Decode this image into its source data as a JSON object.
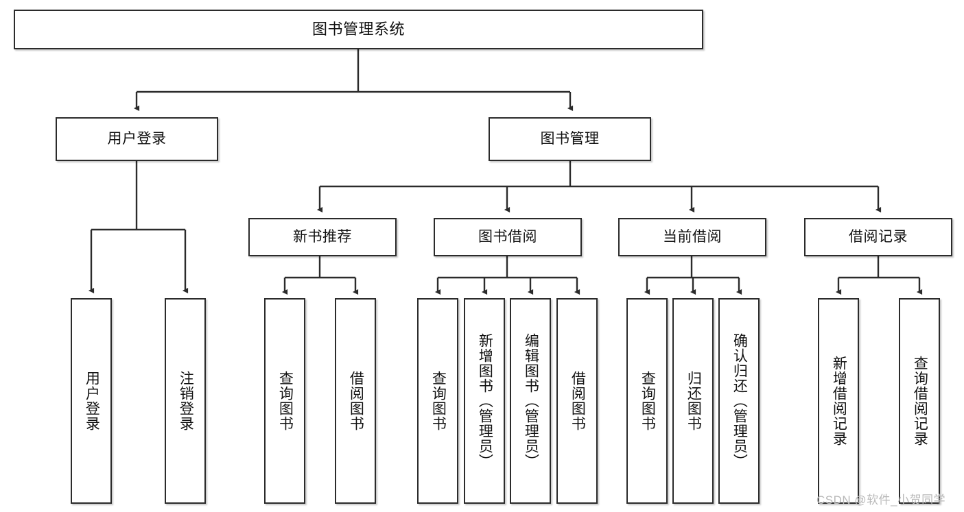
{
  "diagram": {
    "type": "tree-hierarchy",
    "title": "图书管理系统",
    "watermark": "CSDN @软件_小贺同学",
    "colors": {
      "box_border": "#2b2b2b",
      "box_fill": "#ffffff",
      "connector": "#2b2b2b",
      "text": "#111111",
      "watermark": "#b9b9b9",
      "background": "#ffffff"
    },
    "nodes": {
      "root": {
        "label": "图书管理系统"
      },
      "level2": [
        {
          "id": "user-login",
          "label": "用户登录"
        },
        {
          "id": "book-manage",
          "label": "图书管理"
        }
      ],
      "level3": [
        {
          "id": "new-book-rec",
          "label": "新书推荐"
        },
        {
          "id": "book-borrow",
          "label": "图书借阅"
        },
        {
          "id": "current-borrow",
          "label": "当前借阅"
        },
        {
          "id": "borrow-record",
          "label": "借阅记录"
        }
      ],
      "leaves": {
        "user_login": [
          {
            "id": "leaf-user-login",
            "label": "用户登录"
          },
          {
            "id": "leaf-logout",
            "label": "注销登录"
          }
        ],
        "new_book_rec": [
          {
            "id": "leaf-query-book-1",
            "label": "查询图书"
          },
          {
            "id": "leaf-borrow-book-1",
            "label": "借阅图书"
          }
        ],
        "book_borrow": [
          {
            "id": "leaf-query-book-2",
            "label": "查询图书"
          },
          {
            "id": "leaf-add-book",
            "label": "新增图书（管理员）"
          },
          {
            "id": "leaf-edit-book",
            "label": "编辑图书（管理员）"
          },
          {
            "id": "leaf-borrow-book-2",
            "label": "借阅图书"
          }
        ],
        "current_borrow": [
          {
            "id": "leaf-query-book-3",
            "label": "查询图书"
          },
          {
            "id": "leaf-return-book",
            "label": "归还图书"
          },
          {
            "id": "leaf-confirm-return",
            "label": "确认归还（管理员）"
          }
        ],
        "borrow_record": [
          {
            "id": "leaf-add-record",
            "label": "新增借阅记录"
          },
          {
            "id": "leaf-query-record",
            "label": "查询借阅记录"
          }
        ]
      }
    },
    "edges": [
      {
        "from": "root",
        "to": "user-login"
      },
      {
        "from": "root",
        "to": "book-manage"
      },
      {
        "from": "user-login",
        "to": "leaf-user-login"
      },
      {
        "from": "user-login",
        "to": "leaf-logout"
      },
      {
        "from": "book-manage",
        "to": "new-book-rec"
      },
      {
        "from": "book-manage",
        "to": "book-borrow"
      },
      {
        "from": "book-manage",
        "to": "current-borrow"
      },
      {
        "from": "book-manage",
        "to": "borrow-record"
      },
      {
        "from": "new-book-rec",
        "to": "leaf-query-book-1"
      },
      {
        "from": "new-book-rec",
        "to": "leaf-borrow-book-1"
      },
      {
        "from": "book-borrow",
        "to": "leaf-query-book-2"
      },
      {
        "from": "book-borrow",
        "to": "leaf-add-book"
      },
      {
        "from": "book-borrow",
        "to": "leaf-edit-book"
      },
      {
        "from": "book-borrow",
        "to": "leaf-borrow-book-2"
      },
      {
        "from": "current-borrow",
        "to": "leaf-query-book-3"
      },
      {
        "from": "current-borrow",
        "to": "leaf-return-book"
      },
      {
        "from": "current-borrow",
        "to": "leaf-confirm-return"
      },
      {
        "from": "borrow-record",
        "to": "leaf-add-record"
      },
      {
        "from": "borrow-record",
        "to": "leaf-query-record"
      }
    ]
  }
}
